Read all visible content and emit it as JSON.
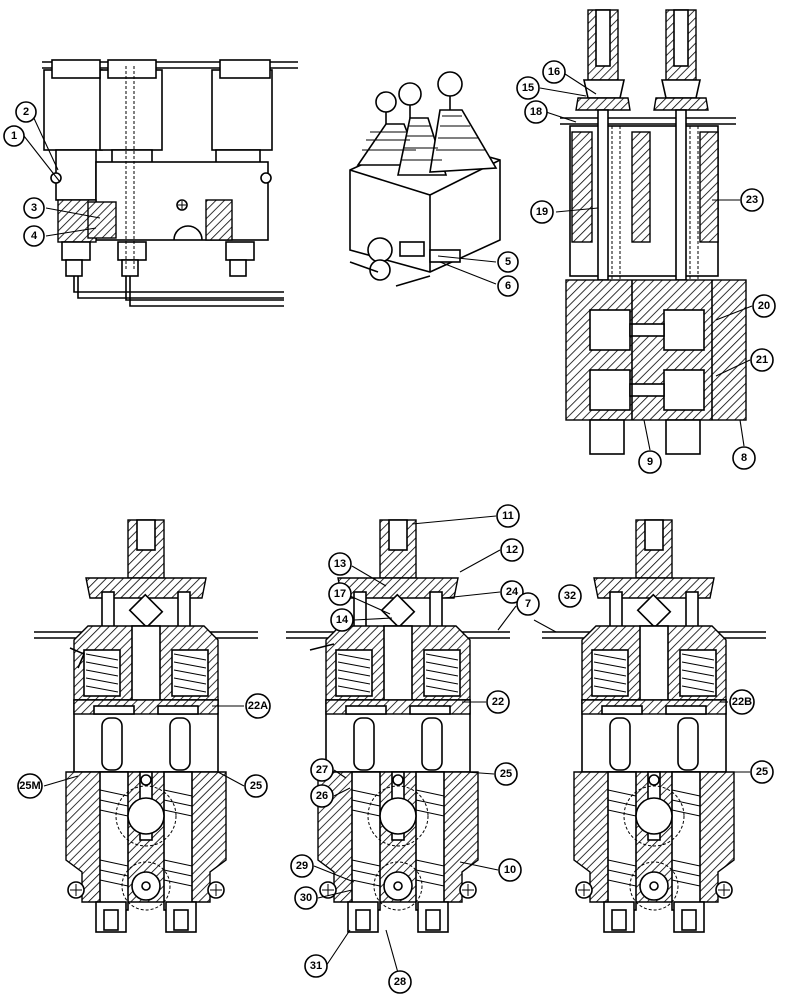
{
  "diagram": {
    "callouts": {
      "c1": "1",
      "c2": "2",
      "c3": "3",
      "c4": "4",
      "c5": "5",
      "c6": "6",
      "c7": "7",
      "c8": "8",
      "c9": "9",
      "c10": "10",
      "c11": "11",
      "c12": "12",
      "c13": "13",
      "c14": "14",
      "c15": "15",
      "c16": "16",
      "c17": "17",
      "c18": "18",
      "c19": "19",
      "c20": "20",
      "c21": "21",
      "c22": "22",
      "c22a": "22A",
      "c22b": "22B",
      "c23": "23",
      "c24": "24",
      "c25a": "25",
      "c25b": "25",
      "c25c": "25",
      "c25m": "25M",
      "c26": "26",
      "c27": "27",
      "c28": "28",
      "c29": "29",
      "c30": "30",
      "c31": "31",
      "c32": "32"
    }
  }
}
